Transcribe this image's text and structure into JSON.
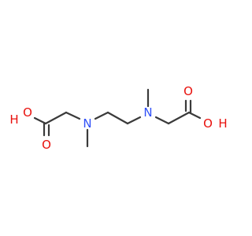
{
  "molecule": {
    "atoms": {
      "n_left": "N",
      "n_right": "N",
      "o_left_oh": "O",
      "h_left_oh": "H",
      "o_left_carbonyl": "O",
      "o_right_oh": "O",
      "h_right_oh": "H",
      "o_right_carbonyl": "O"
    },
    "colors": {
      "bond": "#3a3a3a",
      "nitrogen": "#3050f8",
      "oxygen": "#e8100c"
    }
  }
}
